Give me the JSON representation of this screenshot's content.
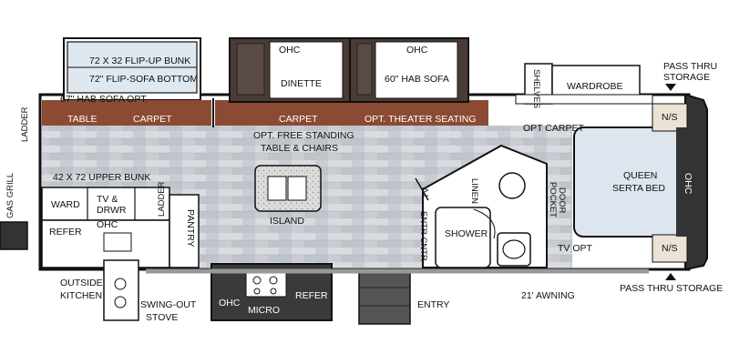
{
  "floorplan": {
    "labels": {
      "bunk_upper": "72 X 32 FLIP-UP BUNK",
      "bunk_lower": "72\" FLIP-SOFA BOTTOM",
      "hab_sofa_opt": "67\" HAB SOFA OPT.",
      "table": "TABLE",
      "carpet_left": "CARPET",
      "ohc_dinette": "OHC",
      "dinette": "DINETTE",
      "carpet_mid": "CARPET",
      "ohc_sofa": "OHC",
      "hab_sofa": "60\" HAB SOFA",
      "theater_seating": "OPT. THEATER SEATING",
      "shelves": "SHELVES",
      "wardrobe": "WARDROBE",
      "pass_thru_top_1": "PASS THRU",
      "pass_thru_top_2": "STORAGE",
      "ns_top": "N/S",
      "ns_bottom": "N/S",
      "ladder_left": "LADDER",
      "gas_grill": "GAS GRILL",
      "free_standing_1": "OPT. FREE STANDING",
      "free_standing_2": "TABLE & CHAIRS",
      "opt_carpet": "OPT CARPET",
      "queen_1": "QUEEN",
      "queen_2": "SERTA BED",
      "ohc_bed": "OHC",
      "upper_bunk": "42 X 72 UPPER BUNK",
      "ward": "WARD",
      "tv_drwr_1": "TV &",
      "tv_drwr_2": "DRWR",
      "ladder_small": "LADDER",
      "refer_left": "REFER",
      "ohc_left": "OHC",
      "pantry": "PANTRY",
      "island": "ISLAND",
      "tv": "TV",
      "linen": "LINEN",
      "pocket_door_1": "POCKET",
      "pocket_door_2": "DOOR",
      "entr_cntr": "ENTR CNTR",
      "shower": "SHOWER",
      "tv_opt": "TV OPT",
      "outside_kitchen_1": "OUTSIDE",
      "outside_kitchen_2": "KITCHEN",
      "swing_out_1": "SWING-OUT",
      "swing_out_2": "STOVE",
      "ohc_kitchen": "OHC",
      "micro": "MICRO",
      "refer_kitchen": "REFER",
      "entry": "ENTRY",
      "awning": "21' AWNING",
      "pass_thru_bottom": "PASS THRU STORAGE"
    }
  }
}
